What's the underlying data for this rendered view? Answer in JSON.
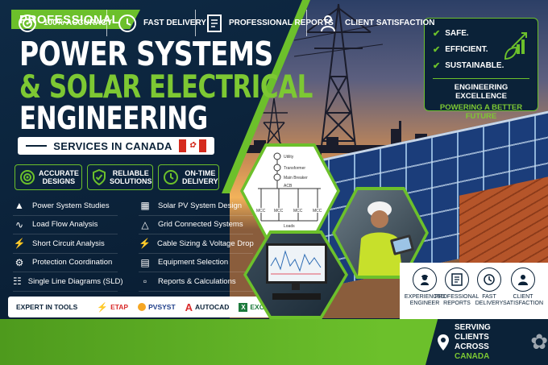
{
  "badge": "PROFESSIONAL",
  "headline": {
    "line1": "POWER SYSTEMS",
    "line2": "& SOLAR ELECTRICAL",
    "line3": "ENGINEERING"
  },
  "services_bar": "SERVICES IN CANADA",
  "features": [
    {
      "label": "ACCURATE\nDESIGNS",
      "icon": "target-icon"
    },
    {
      "label": "RELIABLE\nSOLUTIONS",
      "icon": "shield-check-icon"
    },
    {
      "label": "ON-TIME\nDELIVERY",
      "icon": "clock-icon"
    }
  ],
  "services_left": [
    {
      "label": "Power System Studies",
      "icon": "tower-icon"
    },
    {
      "label": "Load Flow Analysis",
      "icon": "waveform-icon"
    },
    {
      "label": "Short Circuit Analysis",
      "icon": "bolt-shield-icon"
    },
    {
      "label": "Protection Coordination",
      "icon": "gear-icon"
    },
    {
      "label": "Single Line Diagrams (SLD)",
      "icon": "network-icon"
    }
  ],
  "services_right": [
    {
      "label": "Solar PV System Design",
      "icon": "solar-panel-icon"
    },
    {
      "label": "Grid Connected Systems",
      "icon": "grid-tower-icon"
    },
    {
      "label": "Cable Sizing & Voltage Drop",
      "icon": "bolt-icon"
    },
    {
      "label": "Equipment Selection",
      "icon": "equipment-icon"
    },
    {
      "label": "Reports & Calculations",
      "icon": "document-icon"
    }
  ],
  "tools": {
    "heading": "EXPERT IN TOOLS",
    "items": [
      {
        "label": "ETAP",
        "color": "#d92b2b"
      },
      {
        "label": "PVSYST",
        "color": "#1f3f8a"
      },
      {
        "label": "AUTOCAD",
        "color": "#0b2238"
      },
      {
        "label": "EXCEL",
        "color": "#1d7a3c"
      }
    ]
  },
  "card": {
    "words": [
      "SAFE.",
      "EFFICIENT.",
      "SUSTAINABLE."
    ],
    "tagline1": "ENGINEERING EXCELLENCE",
    "tagline2": "POWERING A BETTER FUTURE"
  },
  "sld": {
    "labels": [
      "Utility",
      "Transformer",
      "Main Breaker",
      "ACB"
    ],
    "mcc": [
      "MCC",
      "MCC",
      "MCC",
      "MCC"
    ],
    "loads": "Loads"
  },
  "bottom_right_icons": [
    {
      "label": "EXPERIENCED\nENGINEER",
      "icon": "engineer-icon"
    },
    {
      "label": "PROFESSIONAL\nREPORTS",
      "icon": "report-icon"
    },
    {
      "label": "FAST\nDELIVERY",
      "icon": "clock-icon"
    },
    {
      "label": "CLIENT\nSATISFACTION",
      "icon": "users-icon"
    }
  ],
  "bottom_bar": [
    {
      "label": "100% ACCURACY",
      "icon": "target-icon"
    },
    {
      "label": "FAST DELIVERY",
      "icon": "clock-icon"
    },
    {
      "label": "PROFESSIONAL REPORTS",
      "icon": "report-icon"
    },
    {
      "label": "CLIENT SATISFACTION",
      "icon": "users-icon"
    }
  ],
  "serving": {
    "line1": "SERVING CLIENTS",
    "line2a": "ACROSS ",
    "line2b": "CANADA"
  },
  "colors": {
    "accent": "#6cc02b",
    "navy": "#0b2238",
    "flag_red": "#d52b1e"
  }
}
